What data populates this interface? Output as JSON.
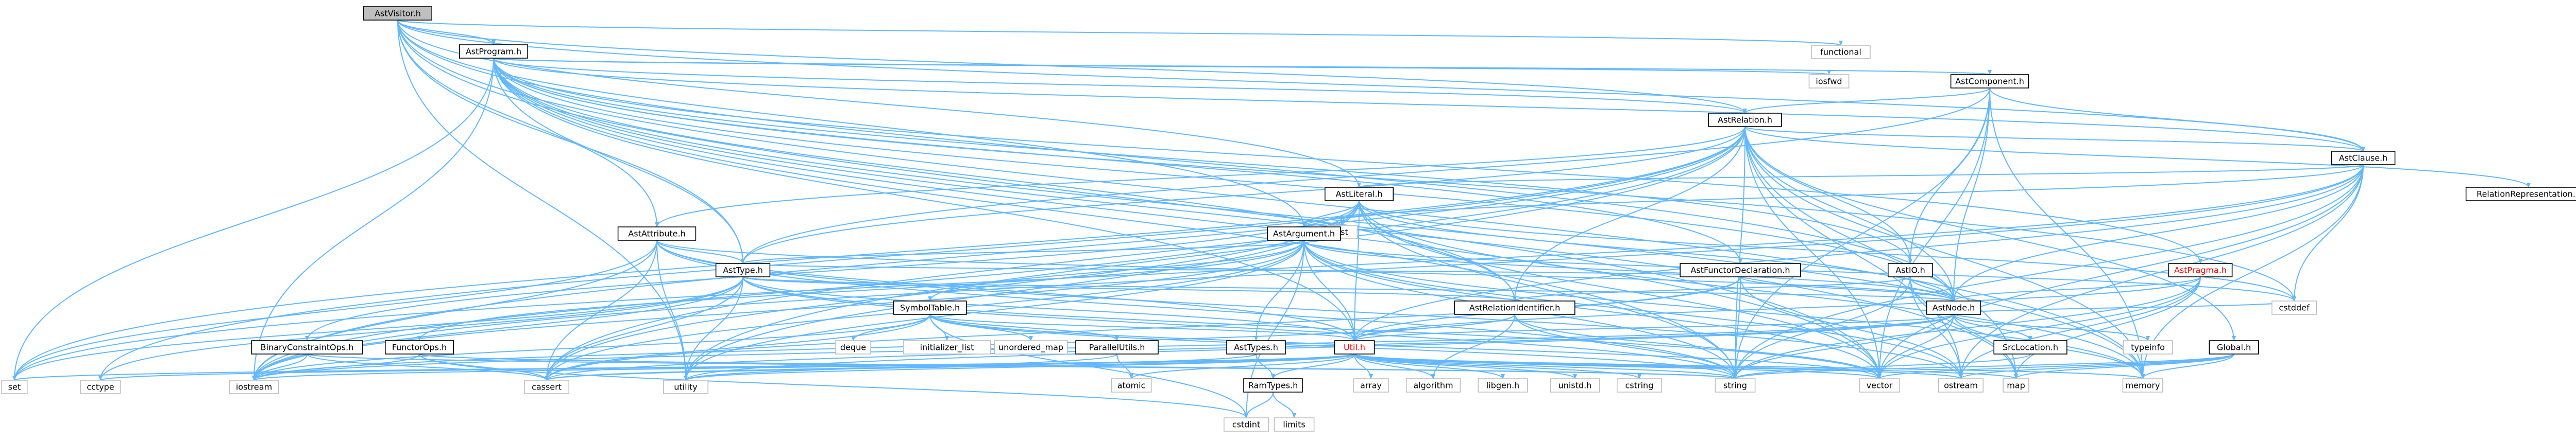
{
  "colors": {
    "edge": "#63b8ff",
    "root_fill": "#bfbfbf",
    "node_fill": "#ffffff",
    "node_stroke": "#000000",
    "missing_stroke": "#bfbfbf",
    "text": "#000000",
    "missing_text": "#7f7f7f",
    "highlight_text": "#ff0000"
  },
  "nodes": [
    {
      "id": "AstVisitor",
      "label": "AstVisitor.h",
      "kind": "root"
    },
    {
      "id": "AstProgram",
      "label": "AstProgram.h",
      "kind": "file"
    },
    {
      "id": "functional",
      "label": "functional",
      "kind": "system"
    },
    {
      "id": "AstComponent",
      "label": "AstComponent.h",
      "kind": "file"
    },
    {
      "id": "iosfwd",
      "label": "iosfwd",
      "kind": "system"
    },
    {
      "id": "AstRelation",
      "label": "AstRelation.h",
      "kind": "file"
    },
    {
      "id": "AstClause",
      "label": "AstClause.h",
      "kind": "file"
    },
    {
      "id": "AstLiteral",
      "label": "AstLiteral.h",
      "kind": "file"
    },
    {
      "id": "RelationRepresentation",
      "label": "RelationRepresentation.h",
      "kind": "file"
    },
    {
      "id": "list",
      "label": "list",
      "kind": "system"
    },
    {
      "id": "AstAttribute",
      "label": "AstAttribute.h",
      "kind": "file"
    },
    {
      "id": "AstArgument",
      "label": "AstArgument.h",
      "kind": "file"
    },
    {
      "id": "AstFunctorDeclaration",
      "label": "AstFunctorDeclaration.h",
      "kind": "file"
    },
    {
      "id": "AstIO",
      "label": "AstIO.h",
      "kind": "file"
    },
    {
      "id": "AstPragma",
      "label": "AstPragma.h",
      "kind": "highlight"
    },
    {
      "id": "AstType",
      "label": "AstType.h",
      "kind": "file"
    },
    {
      "id": "AstRelationIdentifier",
      "label": "AstRelationIdentifier.h",
      "kind": "file"
    },
    {
      "id": "AstNode",
      "label": "AstNode.h",
      "kind": "file"
    },
    {
      "id": "cstddef",
      "label": "cstddef",
      "kind": "system"
    },
    {
      "id": "SymbolTable",
      "label": "SymbolTable.h",
      "kind": "file"
    },
    {
      "id": "BinaryConstraintOps",
      "label": "BinaryConstraintOps.h",
      "kind": "file"
    },
    {
      "id": "FunctorOps",
      "label": "FunctorOps.h",
      "kind": "file"
    },
    {
      "id": "ParallelUtils",
      "label": "ParallelUtils.h",
      "kind": "file"
    },
    {
      "id": "AstTypes",
      "label": "AstTypes.h",
      "kind": "file"
    },
    {
      "id": "Util",
      "label": "Util.h",
      "kind": "highlight"
    },
    {
      "id": "SrcLocation",
      "label": "SrcLocation.h",
      "kind": "file"
    },
    {
      "id": "typeinfo",
      "label": "typeinfo",
      "kind": "system"
    },
    {
      "id": "Global",
      "label": "Global.h",
      "kind": "file"
    },
    {
      "id": "deque",
      "label": "deque",
      "kind": "system"
    },
    {
      "id": "initializer_list",
      "label": "initializer_list",
      "kind": "system"
    },
    {
      "id": "unordered_map",
      "label": "unordered_map",
      "kind": "system"
    },
    {
      "id": "atomic",
      "label": "atomic",
      "kind": "system"
    },
    {
      "id": "RamTypes",
      "label": "RamTypes.h",
      "kind": "file"
    },
    {
      "id": "array",
      "label": "array",
      "kind": "system"
    },
    {
      "id": "algorithm",
      "label": "algorithm",
      "kind": "system"
    },
    {
      "id": "libgen",
      "label": "libgen.h",
      "kind": "system"
    },
    {
      "id": "unistd",
      "label": "unistd.h",
      "kind": "system"
    },
    {
      "id": "cstring",
      "label": "cstring",
      "kind": "system"
    },
    {
      "id": "string",
      "label": "string",
      "kind": "system"
    },
    {
      "id": "vector",
      "label": "vector",
      "kind": "system"
    },
    {
      "id": "ostream",
      "label": "ostream",
      "kind": "system"
    },
    {
      "id": "map",
      "label": "map",
      "kind": "system"
    },
    {
      "id": "memory",
      "label": "memory",
      "kind": "system"
    },
    {
      "id": "set",
      "label": "set",
      "kind": "system"
    },
    {
      "id": "cctype",
      "label": "cctype",
      "kind": "system"
    },
    {
      "id": "iostream",
      "label": "iostream",
      "kind": "system"
    },
    {
      "id": "cassert",
      "label": "cassert",
      "kind": "system"
    },
    {
      "id": "utility",
      "label": "utility",
      "kind": "system"
    },
    {
      "id": "cstdint",
      "label": "cstdint",
      "kind": "system"
    },
    {
      "id": "limits",
      "label": "limits",
      "kind": "system"
    }
  ],
  "edges": [
    [
      "AstVisitor",
      "AstProgram"
    ],
    [
      "AstVisitor",
      "functional"
    ],
    [
      "AstVisitor",
      "AstRelation"
    ],
    [
      "AstVisitor",
      "AstClause"
    ],
    [
      "AstVisitor",
      "AstLiteral"
    ],
    [
      "AstVisitor",
      "AstAttribute"
    ],
    [
      "AstVisitor",
      "AstArgument"
    ],
    [
      "AstVisitor",
      "AstType"
    ],
    [
      "AstVisitor",
      "AstNode"
    ],
    [
      "AstVisitor",
      "utility"
    ],
    [
      "AstVisitor",
      "vector"
    ],
    [
      "AstVisitor",
      "memory"
    ],
    [
      "AstProgram",
      "iosfwd"
    ],
    [
      "AstProgram",
      "AstComponent"
    ],
    [
      "AstProgram",
      "AstRelation"
    ],
    [
      "AstProgram",
      "AstClause"
    ],
    [
      "AstProgram",
      "AstFunctorDeclaration"
    ],
    [
      "AstProgram",
      "AstIO"
    ],
    [
      "AstProgram",
      "AstPragma"
    ],
    [
      "AstProgram",
      "AstType"
    ],
    [
      "AstProgram",
      "AstRelationIdentifier"
    ],
    [
      "AstProgram",
      "AstNode"
    ],
    [
      "AstProgram",
      "Util"
    ],
    [
      "AstProgram",
      "cstddef"
    ],
    [
      "AstProgram",
      "string"
    ],
    [
      "AstProgram",
      "vector"
    ],
    [
      "AstProgram",
      "map"
    ],
    [
      "AstProgram",
      "memory"
    ],
    [
      "AstProgram",
      "set"
    ],
    [
      "AstProgram",
      "iostream"
    ],
    [
      "AstComponent",
      "AstRelation"
    ],
    [
      "AstComponent",
      "AstClause"
    ],
    [
      "AstComponent",
      "AstIO"
    ],
    [
      "AstComponent",
      "AstType"
    ],
    [
      "AstComponent",
      "AstNode"
    ],
    [
      "AstComponent",
      "string"
    ],
    [
      "AstComponent",
      "vector"
    ],
    [
      "AstComponent",
      "memory"
    ],
    [
      "AstRelation",
      "AstClause"
    ],
    [
      "AstRelation",
      "RelationRepresentation"
    ],
    [
      "AstRelation",
      "AstAttribute"
    ],
    [
      "AstRelation",
      "AstIO"
    ],
    [
      "AstRelation",
      "AstType"
    ],
    [
      "AstRelation",
      "AstRelationIdentifier"
    ],
    [
      "AstRelation",
      "AstNode"
    ],
    [
      "AstRelation",
      "Global"
    ],
    [
      "AstRelation",
      "cctype"
    ],
    [
      "AstRelation",
      "string"
    ],
    [
      "AstRelation",
      "vector"
    ],
    [
      "AstRelation",
      "map"
    ],
    [
      "AstRelation",
      "memory"
    ],
    [
      "AstRelation",
      "set"
    ],
    [
      "AstRelation",
      "iostream"
    ],
    [
      "AstRelation",
      "ostream"
    ],
    [
      "AstRelation",
      "cassert"
    ],
    [
      "AstRelation",
      "utility"
    ],
    [
      "AstClause",
      "AstLiteral"
    ],
    [
      "AstClause",
      "AstArgument"
    ],
    [
      "AstClause",
      "AstNode"
    ],
    [
      "AstClause",
      "Util"
    ],
    [
      "AstClause",
      "cstddef"
    ],
    [
      "AstClause",
      "string"
    ],
    [
      "AstClause",
      "vector"
    ],
    [
      "AstClause",
      "memory"
    ],
    [
      "AstClause",
      "iostream"
    ],
    [
      "AstClause",
      "ostream"
    ],
    [
      "AstClause",
      "set"
    ],
    [
      "AstLiteral",
      "list"
    ],
    [
      "AstLiteral",
      "AstArgument"
    ],
    [
      "AstLiteral",
      "AstRelationIdentifier"
    ],
    [
      "AstLiteral",
      "AstNode"
    ],
    [
      "AstLiteral",
      "BinaryConstraintOps"
    ],
    [
      "AstLiteral",
      "Util"
    ],
    [
      "AstLiteral",
      "string"
    ],
    [
      "AstLiteral",
      "vector"
    ],
    [
      "AstLiteral",
      "memory"
    ],
    [
      "AstLiteral",
      "iostream"
    ],
    [
      "AstLiteral",
      "cassert"
    ],
    [
      "AstLiteral",
      "utility"
    ],
    [
      "AstLiteral",
      "cstddef"
    ],
    [
      "AstAttribute",
      "AstType"
    ],
    [
      "AstAttribute",
      "AstNode"
    ],
    [
      "AstAttribute",
      "Util"
    ],
    [
      "AstAttribute",
      "iostream"
    ],
    [
      "AstAttribute",
      "ostream"
    ],
    [
      "AstAttribute",
      "cassert"
    ],
    [
      "AstAttribute",
      "utility"
    ],
    [
      "AstAttribute",
      "set"
    ],
    [
      "AstAttribute",
      "string"
    ],
    [
      "AstArgument",
      "AstType"
    ],
    [
      "AstArgument",
      "AstNode"
    ],
    [
      "AstArgument",
      "SymbolTable"
    ],
    [
      "AstArgument",
      "FunctorOps"
    ],
    [
      "AstArgument",
      "AstTypes"
    ],
    [
      "AstArgument",
      "Util"
    ],
    [
      "AstArgument",
      "cassert"
    ],
    [
      "AstArgument",
      "utility"
    ],
    [
      "AstArgument",
      "string"
    ],
    [
      "AstArgument",
      "vector"
    ],
    [
      "AstArgument",
      "memory"
    ],
    [
      "AstArgument",
      "cstddef"
    ],
    [
      "AstArgument",
      "iostream"
    ],
    [
      "AstArgument",
      "ostream"
    ],
    [
      "AstArgument",
      "cstdint"
    ],
    [
      "AstFunctorDeclaration",
      "AstNode"
    ],
    [
      "AstFunctorDeclaration",
      "AstType"
    ],
    [
      "AstFunctorDeclaration",
      "string"
    ],
    [
      "AstFunctorDeclaration",
      "Util"
    ],
    [
      "AstFunctorDeclaration",
      "cassert"
    ],
    [
      "AstFunctorDeclaration",
      "ostream"
    ],
    [
      "AstIO",
      "AstNode"
    ],
    [
      "AstIO",
      "AstRelationIdentifier"
    ],
    [
      "AstIO",
      "string"
    ],
    [
      "AstIO",
      "map"
    ],
    [
      "AstIO",
      "ostream"
    ],
    [
      "AstPragma",
      "AstNode"
    ],
    [
      "AstPragma",
      "Util"
    ],
    [
      "AstPragma",
      "string"
    ],
    [
      "AstPragma",
      "vector"
    ],
    [
      "AstPragma",
      "map"
    ],
    [
      "AstPragma",
      "ostream"
    ],
    [
      "AstType",
      "AstNode"
    ],
    [
      "AstType",
      "AstRelationIdentifier"
    ],
    [
      "AstType",
      "set"
    ],
    [
      "AstType",
      "iostream"
    ],
    [
      "AstType",
      "cctype"
    ],
    [
      "AstType",
      "utility"
    ],
    [
      "AstType",
      "cassert"
    ],
    [
      "AstType",
      "vector"
    ],
    [
      "AstType",
      "string"
    ],
    [
      "AstType",
      "Util"
    ],
    [
      "AstRelationIdentifier",
      "Util"
    ],
    [
      "AstRelationIdentifier",
      "algorithm"
    ],
    [
      "AstRelationIdentifier",
      "string"
    ],
    [
      "AstRelationIdentifier",
      "vector"
    ],
    [
      "AstRelationIdentifier",
      "iostream"
    ],
    [
      "AstNode",
      "SrcLocation"
    ],
    [
      "AstNode",
      "typeinfo"
    ],
    [
      "AstNode",
      "Util"
    ],
    [
      "AstNode",
      "cstddef"
    ],
    [
      "AstNode",
      "memory"
    ],
    [
      "AstNode",
      "iostream"
    ],
    [
      "AstNode",
      "vector"
    ],
    [
      "AstNode",
      "cassert"
    ],
    [
      "AstNode",
      "string"
    ],
    [
      "AstNode",
      "utility"
    ],
    [
      "SymbolTable",
      "ParallelUtils"
    ],
    [
      "SymbolTable",
      "Util"
    ],
    [
      "SymbolTable",
      "deque"
    ],
    [
      "SymbolTable",
      "initializer_list"
    ],
    [
      "SymbolTable",
      "unordered_map"
    ],
    [
      "SymbolTable",
      "cassert"
    ],
    [
      "SymbolTable",
      "iostream"
    ],
    [
      "SymbolTable",
      "string"
    ],
    [
      "SymbolTable",
      "vector"
    ],
    [
      "SymbolTable",
      "cstdint"
    ],
    [
      "BinaryConstraintOps",
      "iostream"
    ],
    [
      "BinaryConstraintOps",
      "cassert"
    ],
    [
      "BinaryConstraintOps",
      "string"
    ],
    [
      "FunctorOps",
      "iostream"
    ],
    [
      "FunctorOps",
      "cassert"
    ],
    [
      "FunctorOps",
      "string"
    ],
    [
      "FunctorOps",
      "cstdint"
    ],
    [
      "ParallelUtils",
      "atomic"
    ],
    [
      "ParallelUtils",
      "utility"
    ],
    [
      "AstTypes",
      "RamTypes"
    ],
    [
      "AstTypes",
      "cassert"
    ],
    [
      "Util",
      "RamTypes"
    ],
    [
      "Util",
      "array"
    ],
    [
      "Util",
      "algorithm"
    ],
    [
      "Util",
      "libgen"
    ],
    [
      "Util",
      "unistd"
    ],
    [
      "Util",
      "cstring"
    ],
    [
      "Util",
      "string"
    ],
    [
      "Util",
      "vector"
    ],
    [
      "Util",
      "iostream"
    ],
    [
      "Util",
      "map"
    ],
    [
      "Util",
      "memory"
    ],
    [
      "Util",
      "set"
    ],
    [
      "Util",
      "cctype"
    ],
    [
      "Util",
      "cassert"
    ],
    [
      "Util",
      "utility"
    ],
    [
      "Util",
      "atomic"
    ],
    [
      "Util",
      "ostream"
    ],
    [
      "SrcLocation",
      "string"
    ],
    [
      "Global",
      "string"
    ],
    [
      "Global",
      "vector"
    ],
    [
      "Global",
      "map"
    ],
    [
      "Global",
      "ostream"
    ],
    [
      "Global",
      "memory"
    ],
    [
      "RamTypes",
      "cstdint"
    ],
    [
      "RamTypes",
      "limits"
    ]
  ]
}
